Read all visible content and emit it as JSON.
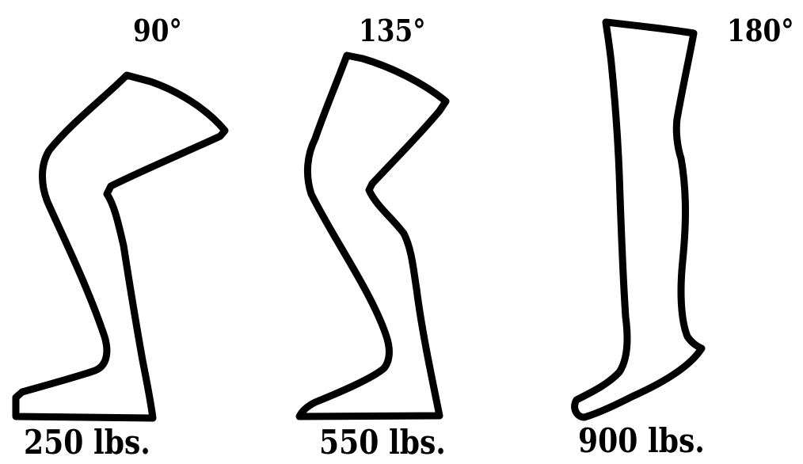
{
  "figures": [
    {
      "angle": "90°",
      "weight": "250 lbs."
    },
    {
      "angle": "135°",
      "weight": "550 lbs."
    },
    {
      "angle": "180°",
      "weight": "900 lbs."
    }
  ],
  "colors": {
    "outline": "#000000",
    "background": "#ffffff"
  }
}
